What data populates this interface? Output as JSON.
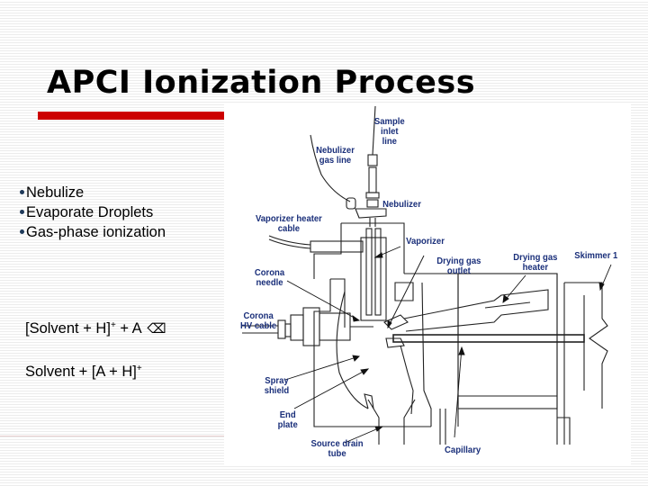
{
  "slide": {
    "title": "APCI Ionization Process",
    "accent_color": "#cc0000",
    "bullets": [
      {
        "label": "Nebulize"
      },
      {
        "label": "Evaporate Droplets"
      },
      {
        "label": "Gas-phase ionization"
      }
    ],
    "equations": {
      "eq1": {
        "left": "[Solvent + H]",
        "sup": "+",
        "right": " + A ",
        "arrow_glyph": "⌫"
      },
      "eq2": {
        "left": "Solvent + [A + H]",
        "sup": "+"
      }
    }
  },
  "diagram": {
    "label_color": "#1a2f7a",
    "labels": {
      "sample_inlet_line": "Sample\ninlet\nline",
      "nebulizer_gas_line": "Nebulizer\ngas line",
      "nebulizer": "Nebulizer",
      "vaporizer_heater_cable": "Vaporizer heater\ncable",
      "vaporizer": "Vaporizer",
      "drying_gas_outlet": "Drying gas\noutlet",
      "drying_gas_heater": "Drying gas\nheater",
      "skimmer_1": "Skimmer 1",
      "corona_needle": "Corona\nneedle",
      "corona_hv_cable": "Corona\nHV cable",
      "spray_shield": "Spray\nshield",
      "end_plate": "End\nplate",
      "source_drain_tube": "Source drain\ntube",
      "capillary": "Capillary"
    }
  }
}
